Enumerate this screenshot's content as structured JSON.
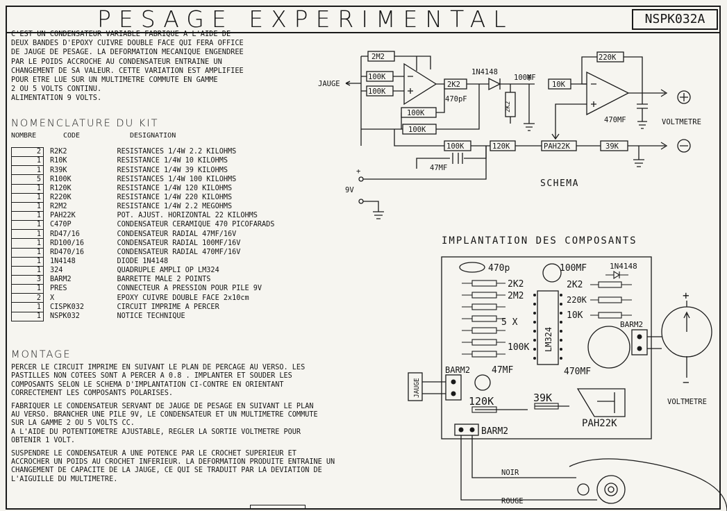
{
  "title": "PESAGE EXPERIMENTAL",
  "reference": "NSPK032A",
  "intro_lines": [
    "C'EST UN CONDENSATEUR VARIABLE FABRIQUE A L'AIDE DE",
    "DEUX BANDES D'EPOXY CUIVRE DOUBLE FACE QUI FERA OFFICE",
    "DE JAUGE DE PESAGE. LA DEFORMATION MECANIQUE ENGENDREE",
    "PAR LE POIDS ACCROCHE AU CONDENSATEUR ENTRAINE UN",
    "CHANGEMENT DE SA VALEUR. CETTE VARIATION EST AMPLIFIEE",
    "POUR ETRE LUE SUR UN MULTIMETRE COMMUTE EN GAMME",
    "2 OU 5 VOLTS CONTINU.",
    "ALIMENTATION 9 VOLTS."
  ],
  "nomenclature": {
    "heading": "NOMENCLATURE DU KIT",
    "col_nombre": "NOMBRE",
    "col_code": "CODE",
    "col_designation": "DESIGNATION",
    "rows": [
      {
        "qty": "2",
        "code": "R2K2",
        "designation": "RESISTANCES 1/4W 2.2 KILOHMS"
      },
      {
        "qty": "1",
        "code": "R10K",
        "designation": "RESISTANCE 1/4W 10 KILOHMS"
      },
      {
        "qty": "1",
        "code": "R39K",
        "designation": "RESISTANCE 1/4W 39 KILOHMS"
      },
      {
        "qty": "5",
        "code": "R100K",
        "designation": "RESISTANCES 1/4W 100 KILOHMS"
      },
      {
        "qty": "1",
        "code": "R120K",
        "designation": "RESISTANCE 1/4W 120 KILOHMS"
      },
      {
        "qty": "1",
        "code": "R220K",
        "designation": "RESISTANCE 1/4W 220 KILOHMS"
      },
      {
        "qty": "1",
        "code": "R2M2",
        "designation": "RESISTANCE 1/4W 2.2 MEGOHMS"
      },
      {
        "qty": "1",
        "code": "PAH22K",
        "designation": "POT. AJUST. HORIZONTAL 22 KILOHMS"
      },
      {
        "qty": "1",
        "code": "C470P",
        "designation": "CONDENSATEUR CERAMIQUE 470 PICOFARADS"
      },
      {
        "qty": "1",
        "code": "RD47/16",
        "designation": "CONDENSATEUR RADIAL 47MF/16V"
      },
      {
        "qty": "1",
        "code": "RD100/16",
        "designation": "CONDENSATEUR RADIAL 100MF/16V"
      },
      {
        "qty": "1",
        "code": "RD470/16",
        "designation": "CONDENSATEUR RADIAL 470MF/16V"
      },
      {
        "qty": "1",
        "code": "1N4148",
        "designation": "DIODE 1N4148"
      },
      {
        "qty": "1",
        "code": "324",
        "designation": "QUADRUPLE AMPLI OP LM324"
      },
      {
        "qty": "3",
        "code": "BARM2",
        "designation": "BARRETTE MALE 2 POINTS"
      },
      {
        "qty": "1",
        "code": "PRES",
        "designation": "CONNECTEUR A PRESSION POUR PILE 9V"
      },
      {
        "qty": "2",
        "code": "X",
        "designation": "EPOXY CUIVRE DOUBLE FACE 2x10cm"
      },
      {
        "qty": "1",
        "code": "CISPK032",
        "designation": "CIRCUIT IMPRIME A PERCER"
      },
      {
        "qty": "1",
        "code": "NSPK032",
        "designation": "NOTICE TECHNIQUE"
      }
    ]
  },
  "montage": {
    "heading": "MONTAGE",
    "paragraphs": [
      [
        "PERCER LE CIRCUIT IMPRIME EN SUIVANT LE PLAN DE PERCAGE AU VERSO. LES",
        "PASTILLES NON COTEES SONT A PERCER A 0.8 . IMPLANTER ET SOUDER LES",
        "COMPOSANTS SELON LE SCHEMA D'IMPLANTATION CI-CONTRE EN ORIENTANT",
        "CORRECTEMENT LES COMPOSANTS POLARISES."
      ],
      [
        "FABRIQUER LE CONDENSATEUR SERVANT DE JAUGE DE PESAGE EN SUIVANT LE PLAN",
        "AU VERSO. BRANCHER UNE PILE 9V, LE CONDENSATEUR ET UN MULTIMETRE COMMUTE",
        "SUR LA GAMME 2 OU 5 VOLTS CC.",
        "A L'AIDE DU POTENTIOMETRE AJUSTABLE, REGLER LA SORTIE VOLTMETRE POUR",
        "OBTENIR 1 VOLT."
      ],
      [
        "SUSPENDRE LE CONDENSATEUR A UNE POTENCE PAR LE CROCHET SUPERIEUR ET",
        "ACCROCHER UN POIDS AU CROCHET INFERIEUR. LA DEFORMATION PRODUITE ENTRAINE UN",
        "CHANGEMENT DE CAPACITE DE LA JAUGE, CE QUI SE TRADUIT PAR LA DEVIATION DE",
        "L'AIGUILLE DU MULTIMETRE."
      ]
    ]
  },
  "schema": {
    "caption": "SCHEMA",
    "jauge": "JAUGE",
    "voltmetre": "VOLTMETRE",
    "supply": "9V",
    "plus": "+",
    "r2m2": "2M2",
    "r100k_a": "100K",
    "r100k_b": "100K",
    "r100k_c": "100K",
    "r100k_d": "100K",
    "r100k_e": "100K",
    "r2k2_a": "2K2",
    "r2k2_b": "2K2",
    "c470p": "470pF",
    "diode": "1N4148",
    "c100mf": "100MF",
    "r10k": "10K",
    "r220k": "220K",
    "c470mf": "470MF",
    "r120k": "120K",
    "pah22k": "PAH22K",
    "r39k": "39K",
    "c47mf": "47MF"
  },
  "implantation": {
    "heading": "IMPLANTATION DES COMPOSANTS",
    "c470p": "470p",
    "c100mf": "100MF",
    "diode": "1N4148",
    "r2k2_l": "2K2",
    "r2m2": "2M2",
    "r5x": "5 X",
    "r100k": "100K",
    "r2k2_r": "2K2",
    "r220k": "220K",
    "r10k": "10K",
    "ic": "LM324",
    "barm2_right": "BARM2",
    "c470mf": "470MF",
    "barm2_left": "BARM2",
    "c47mf": "47MF",
    "jauge": "JAUGE",
    "r120k": "120K",
    "r39k": "39K",
    "pah22k": "PAH22K",
    "barm2_bottom": "BARM2",
    "voltmetre": "VOLTMETRE",
    "plus": "+",
    "minus": "−",
    "noir": "NOIR",
    "rouge": "ROUGE"
  }
}
